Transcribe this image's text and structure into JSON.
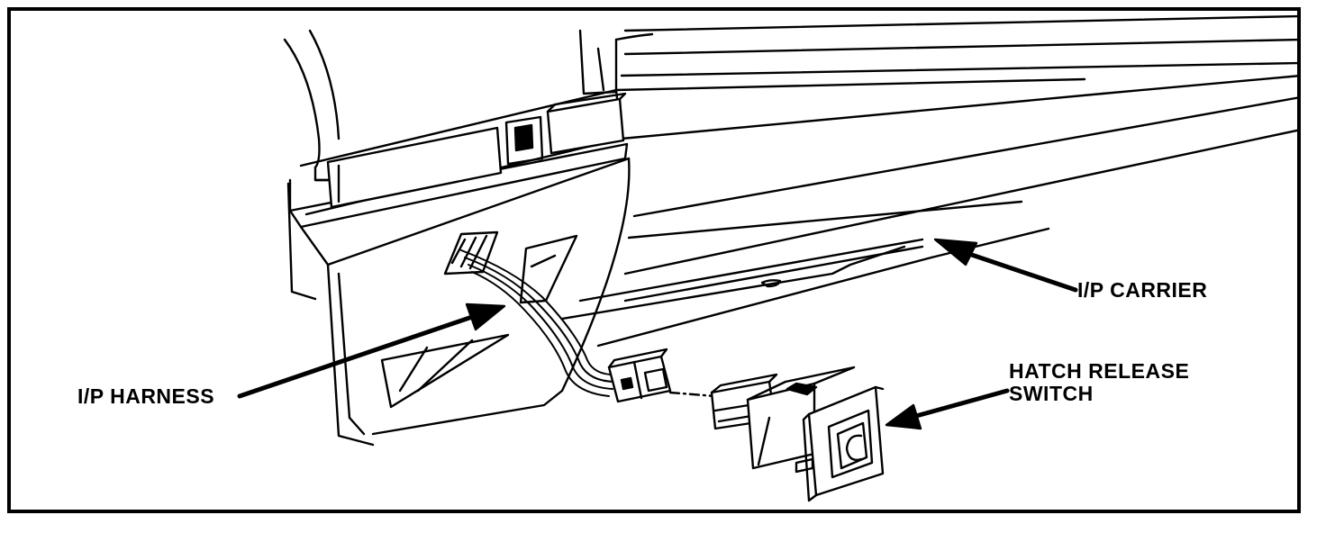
{
  "labels": {
    "ip_carrier": "I/P CARRIER",
    "ip_harness": "I/P HARNESS",
    "hatch_release_switch_line1": "HATCH RELEASE",
    "hatch_release_switch_line2": "SWITCH"
  },
  "colors": {
    "ink": "#000000",
    "paper": "#ffffff"
  }
}
